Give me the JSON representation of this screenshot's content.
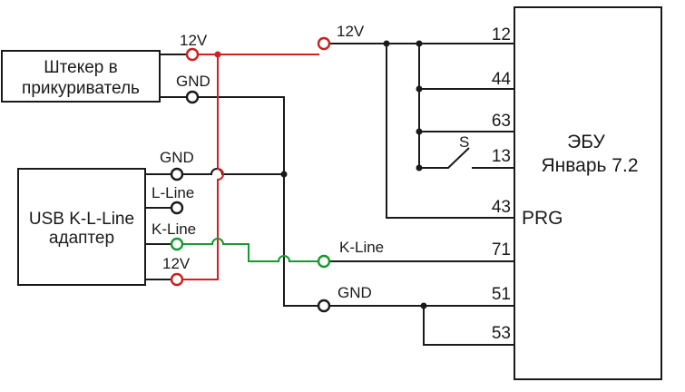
{
  "plug": {
    "line1": "Штекер в",
    "line2": "прикуриватель",
    "pin_12v": "12V",
    "pin_gnd": "GND"
  },
  "adapter": {
    "line1": "USB K-L-Line",
    "line2": "адаптер",
    "pin_gnd": "GND",
    "pin_lline": "L-Line",
    "pin_kline": "K-Line",
    "pin_12v": "12V"
  },
  "bus": {
    "label_12v": "12V",
    "label_kline": "K-Line",
    "label_gnd": "GND",
    "switch": "S"
  },
  "ecu": {
    "line1": "ЭБУ",
    "line2": "Январь 7.2",
    "prg": "PRG",
    "pins": [
      "12",
      "44",
      "63",
      "13",
      "43",
      "71",
      "51",
      "53"
    ]
  },
  "colors": {
    "power": "#d22020",
    "kline": "#159a2f",
    "ground": "#1a1a1a"
  }
}
